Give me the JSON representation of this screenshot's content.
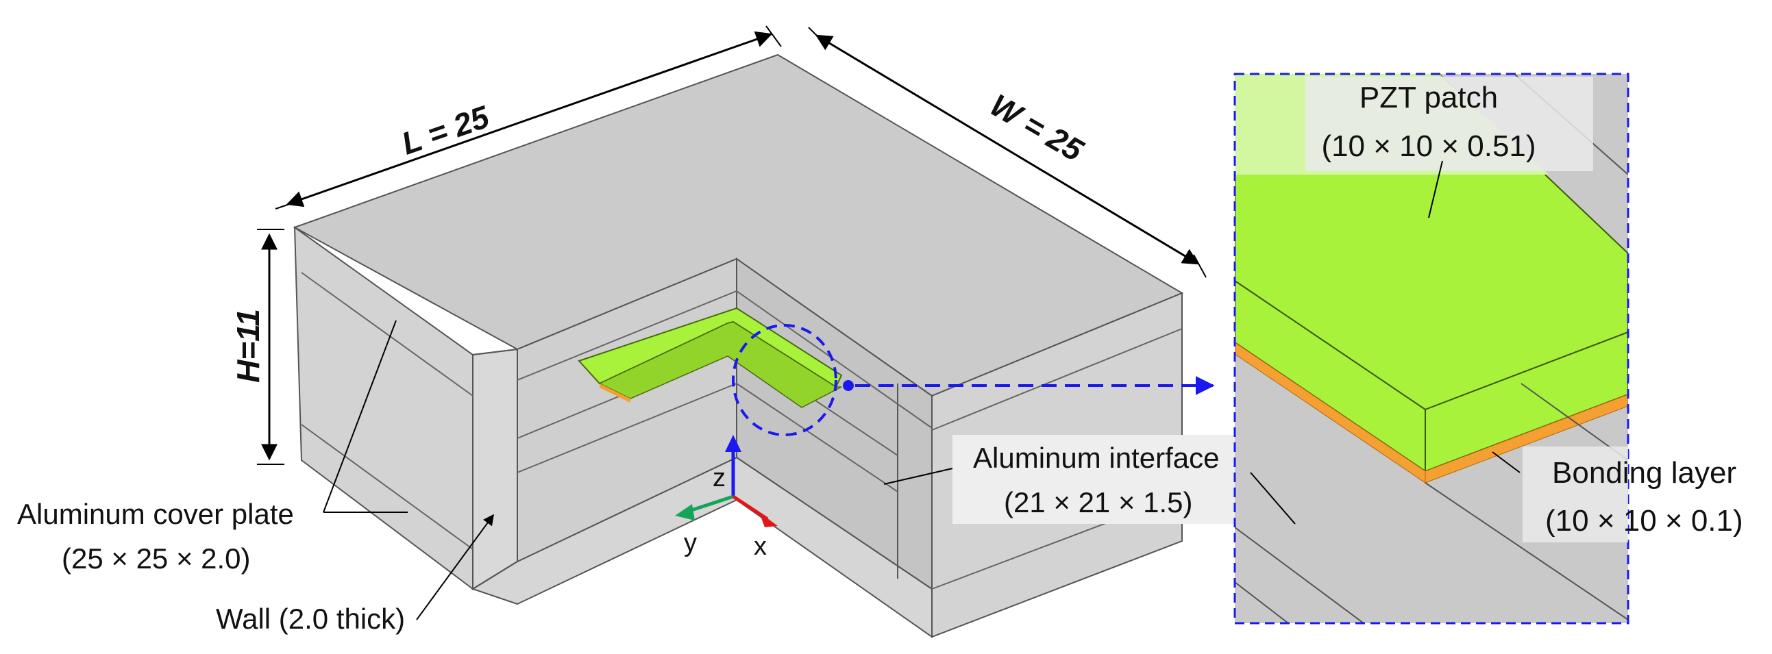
{
  "dimensions": {
    "length": "L = 25",
    "width": "W = 25",
    "height": "H=11"
  },
  "labels": {
    "cover_plate": {
      "line1": "Aluminum cover plate",
      "line2": "(25 × 25 × 2.0)"
    },
    "wall": {
      "line1": "Wall (2.0 thick)"
    },
    "interface": {
      "line1": "Aluminum interface",
      "line2": "(21 × 21 × 1.5)"
    },
    "pzt": {
      "line1": "PZT patch",
      "line2": "(10 × 10 × 0.51)"
    },
    "bonding": {
      "line1": "Bonding layer",
      "line2": "(10 × 10 × 0.1)"
    }
  },
  "axes": {
    "x": "x",
    "y": "y",
    "z": "z"
  },
  "colors": {
    "pzt_green": "#a8f23c",
    "bonding_orange": "#f5a033",
    "aluminum_gray": "#c9c9c9",
    "highlight_blue": "#1a1af0"
  }
}
